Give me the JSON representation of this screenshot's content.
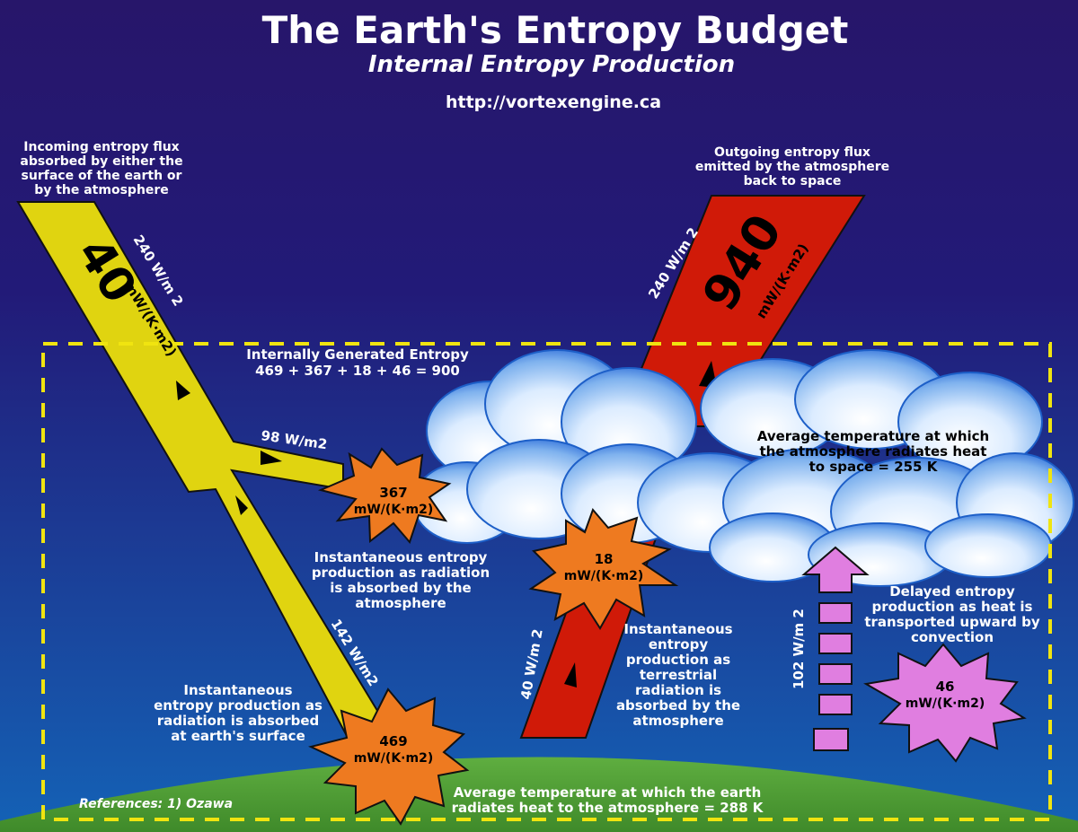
{
  "header": {
    "title": "The Earth's Entropy Budget",
    "subtitle": "Internal Entropy Production",
    "url": "http://vortexengine.ca"
  },
  "incoming": {
    "label_lines": [
      "Incoming entropy flux",
      "absorbed by either the",
      "surface of the earth or",
      "by the atmosphere"
    ],
    "flux_value": "40",
    "flux_unit": "mW/(K·m2)",
    "power": "240 W/m 2",
    "branch_power": "98 W/m2",
    "surface_power": "142 W/m2"
  },
  "outgoing": {
    "label_lines": [
      "Outgoing entropy flux",
      "emitted by the atmosphere",
      "back to space"
    ],
    "flux_value": "940",
    "flux_unit": "mW/(K·m2)",
    "power": "240 W/m 2"
  },
  "internal": {
    "title": "Internally Generated Entropy",
    "sum": "469 + 367 + 18 + 46 = 900"
  },
  "atmosphere": {
    "temp_lines": [
      "Average temperature at which",
      "the atmosphere radiates heat",
      "to space = 255 K"
    ]
  },
  "stars": {
    "atm_radiation": {
      "value": "367",
      "unit": "mW/(K·m2)",
      "desc_lines": [
        "Instantaneous entropy",
        "production as radiation",
        "is absorbed by the",
        "atmosphere"
      ]
    },
    "terrestrial": {
      "value": "18",
      "unit": "mW/(K·m2)",
      "desc_lines": [
        "Instantaneous",
        "entropy",
        "production as",
        "terrestrial",
        "radiation is",
        "absorbed by the",
        "atmosphere"
      ]
    },
    "surface": {
      "value": "469",
      "unit": "mW/(K·m2)",
      "desc_lines": [
        "Instantaneous",
        "entropy production as",
        "radiation is absorbed",
        "at earth's surface"
      ]
    },
    "convection": {
      "value": "46",
      "unit": "mW/(K·m2)",
      "desc_lines": [
        "Delayed entropy",
        "production as heat is",
        "transported upward by",
        "convection"
      ]
    }
  },
  "terrestrial_power": "40 W/m 2",
  "convection_power": "102 W/m 2",
  "earth": {
    "temp_lines": [
      "Average temperature at which the earth",
      "radiates heat to the atmosphere = 288 K"
    ]
  },
  "references": "References:  1) Ozawa",
  "colors": {
    "sky_top": "#26156a",
    "sky_bottom": "#1560b4",
    "ground": "#5aa83e",
    "yellow_arrow": "#e0d410",
    "red_arrow": "#d01a08",
    "star": "#ee7a20",
    "convection": "#e07ee0",
    "dash": "#f0e410"
  }
}
